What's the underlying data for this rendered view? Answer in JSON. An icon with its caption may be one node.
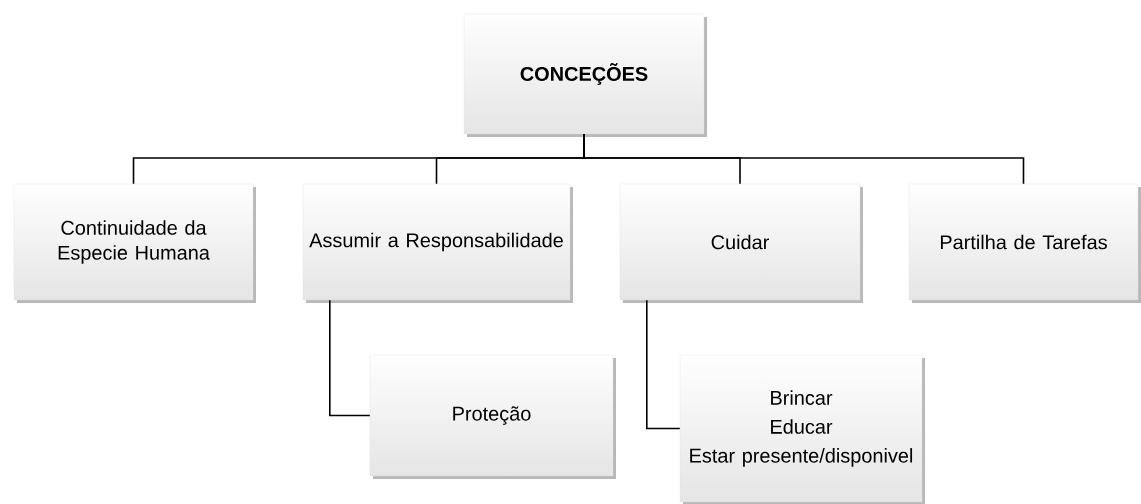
{
  "diagram": {
    "nodes": [
      {
        "text": [
          "CONCEÇÕES"
        ]
      },
      {
        "text": [
          "Continuidade da Especie Humana"
        ]
      },
      {
        "text": [
          "Assumir a Responsabilidade"
        ]
      },
      {
        "text": [
          "Cuidar"
        ]
      },
      {
        "text": [
          "Partilha de Tarefas"
        ]
      },
      {
        "text": [
          "Proteção"
        ]
      },
      {
        "text": [
          "Brincar",
          "Educar",
          "Estar presente/disponivel"
        ]
      }
    ],
    "edges": [
      {
        "from": 0,
        "to": 1,
        "arrow": "none"
      },
      {
        "from": 0,
        "to": 2,
        "arrow": "none"
      },
      {
        "from": 0,
        "to": 3,
        "arrow": "none"
      },
      {
        "from": 0,
        "to": 4,
        "arrow": "none"
      },
      {
        "from": 2,
        "to": 5,
        "arrow": "none"
      },
      {
        "from": 3,
        "to": 6,
        "arrow": "none"
      }
    ]
  }
}
